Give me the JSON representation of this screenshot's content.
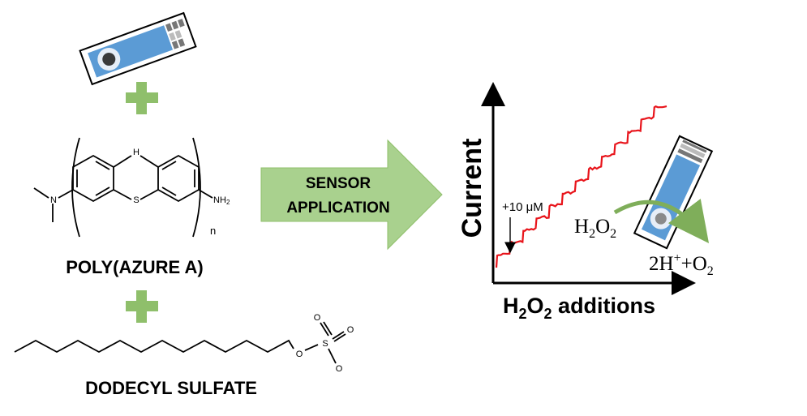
{
  "left": {
    "polymer_label": "POLY(AZURE A)",
    "surfactant_label": "DODECYL SULFATE",
    "chem_atoms": {
      "H": "H",
      "S": "S",
      "N": "N",
      "NH": "NH",
      "sub2": "2",
      "n": "n",
      "O": "O",
      "Oneg": "O"
    }
  },
  "arrow": {
    "line1": "SENSOR",
    "line2": "APPLICATION"
  },
  "plot": {
    "ylabel": "Current",
    "xlabel_pre": "H",
    "xlabel_sub": "2",
    "xlabel_mid": "O",
    "xlabel_sub2": "2",
    "xlabel_post": " additions",
    "annotation": "+10 μM",
    "reaction_reactant_pre": "H",
    "reaction_reactant_sub": "2",
    "reaction_reactant_mid": "O",
    "reaction_reactant_sub2": "2",
    "reaction_product_pre": "2H",
    "reaction_product_sup": "+",
    "reaction_product_mid": "+O",
    "reaction_product_sub": "2"
  },
  "colors": {
    "electrode_blue": "#5b9bd5",
    "plus_green": "#8fbf6b",
    "arrow_green": "#a9d18e",
    "trace_red": "#e8141b",
    "reaction_arrow": "#7fae5a"
  },
  "icons": [
    "electrode-strip-icon",
    "plus-icon",
    "block-arrow-icon"
  ]
}
